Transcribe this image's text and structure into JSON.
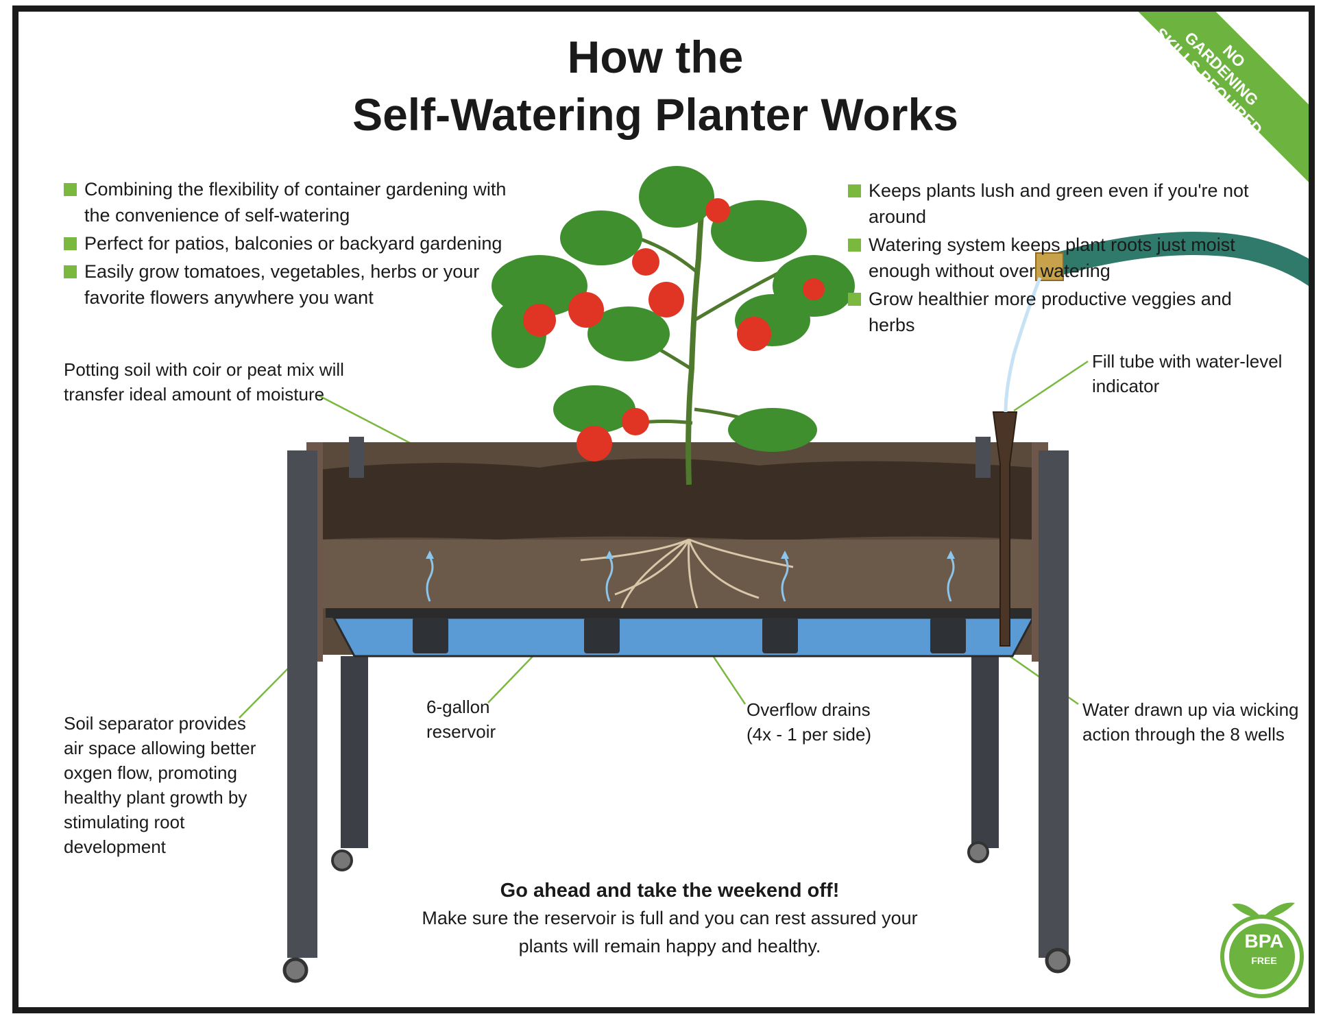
{
  "title": {
    "line1": "How the",
    "line2": "Self-Watering Planter Works"
  },
  "banner": {
    "line1": "NO",
    "line2": "GARDENING",
    "line3": "SKILLS REQUIRED"
  },
  "left_bullets": [
    "Combining the flexibility of container gardening with the convenience of self-watering",
    "Perfect for patios, balconies or backyard gardening",
    "Easily grow tomatoes, vegetables, herbs or your favorite flowers anywhere  you want"
  ],
  "right_bullets": [
    "Keeps plants lush and green even if you're not around",
    "Watering system keeps plant roots just moist enough without over watering",
    "Grow healthier more productive veggies and herbs"
  ],
  "labels": {
    "soil": "Potting soil with coir or peat mix will transfer ideal amount of moisture",
    "fill_tube": "Fill tube with water-level indicator",
    "separator": "Soil separator provides air  space allowing better oxgen flow, promoting healthy plant growth by stimulating root development",
    "reservoir": "6-gallon reservoir",
    "overflow": "Overflow drains (4x - 1 per side)",
    "wicking": "Water drawn up via wicking action through the 8 wells"
  },
  "bottom": {
    "heading": "Go ahead and take the weekend off!",
    "body": "Make sure the reservoir is full and you can rest assured your plants will remain happy and healthy."
  },
  "badge": {
    "main": "BPA",
    "sub": "FREE"
  },
  "colors": {
    "accent_green": "#7ab83f",
    "water_blue": "#5b9bd5",
    "soil_brown": "#4a3a2c",
    "frame_gray": "#4a4e54"
  }
}
